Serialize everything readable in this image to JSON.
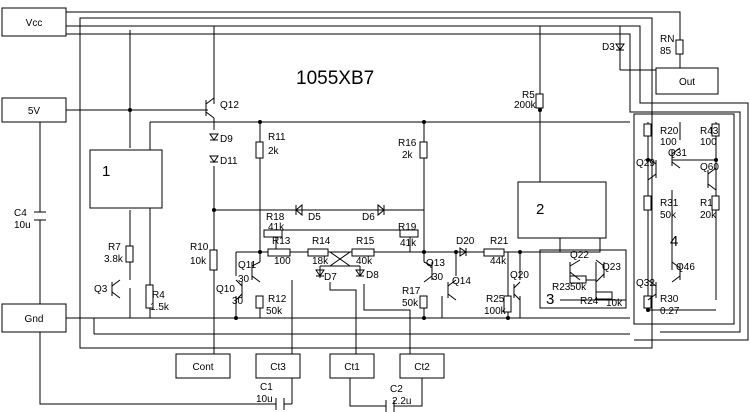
{
  "chip_title": "1055XB7",
  "pins": {
    "vcc": "Vcc",
    "v5": "5V",
    "gnd": "Gnd",
    "out": "Out",
    "cont": "Cont",
    "ct1": "Ct1",
    "ct2": "Ct2",
    "ct3": "Ct3"
  },
  "blocks": {
    "b1": "1",
    "b2": "2",
    "b3": "3",
    "b4": "4"
  },
  "transistors": {
    "q3": "Q3",
    "q10": "Q10",
    "q11": "Q11",
    "q12": "Q12",
    "q13": "Q13",
    "q14": "Q14",
    "q20": "Q20",
    "q22": "Q22",
    "q23": "Q23",
    "q29": "Q29",
    "q31": "Q31",
    "q32": "Q32",
    "q46": "Q46",
    "q60": "Q60",
    "q10_val": "30",
    "q11_val": "30",
    "q13_val": "30"
  },
  "diodes": {
    "d3": "D3",
    "d5": "D5",
    "d6": "D6",
    "d7": "D7",
    "d8": "D8",
    "d9": "D9",
    "d11": "D11",
    "d20": "D20"
  },
  "resistors": {
    "rn": "RN",
    "rn_val": "85",
    "r1": "R1",
    "r1_val": "20k",
    "r4": "R4",
    "r4_val": "1.5k",
    "r5": "R5",
    "r5_val": "200k",
    "r7": "R7",
    "r7_val": "3.8k",
    "r10": "R10",
    "r10_val": "10k",
    "r11": "R11",
    "r11_val": "2k",
    "r12": "R12",
    "r12_val": "50k",
    "r13": "R13",
    "r13_val": "100",
    "r14": "R14",
    "r14_val": "18k",
    "r15": "R15",
    "r15_val": "40k",
    "r16": "R16",
    "r16_val": "2k",
    "r17": "R17",
    "r17_val": "50k",
    "r18": "R18",
    "r18_val": "41k",
    "r19": "R19",
    "r19_val": "41k",
    "r20": "R20",
    "r20_val": "100",
    "r21": "R21",
    "r21_val": "44k",
    "r23": "R23",
    "r23_val": "50k",
    "r24": "R24",
    "r24_val": "10k",
    "r25": "R25",
    "r25_val": "100k",
    "r30": "R30",
    "r30_val": "0.27",
    "r31": "R31",
    "r31_val": "50k",
    "r43": "R43",
    "r43_val": "100"
  },
  "capacitors": {
    "c1": "C1",
    "c1_val": "10u",
    "c2": "C2",
    "c2_val": "2.2u",
    "c4": "C4",
    "c4_val": "10u"
  }
}
